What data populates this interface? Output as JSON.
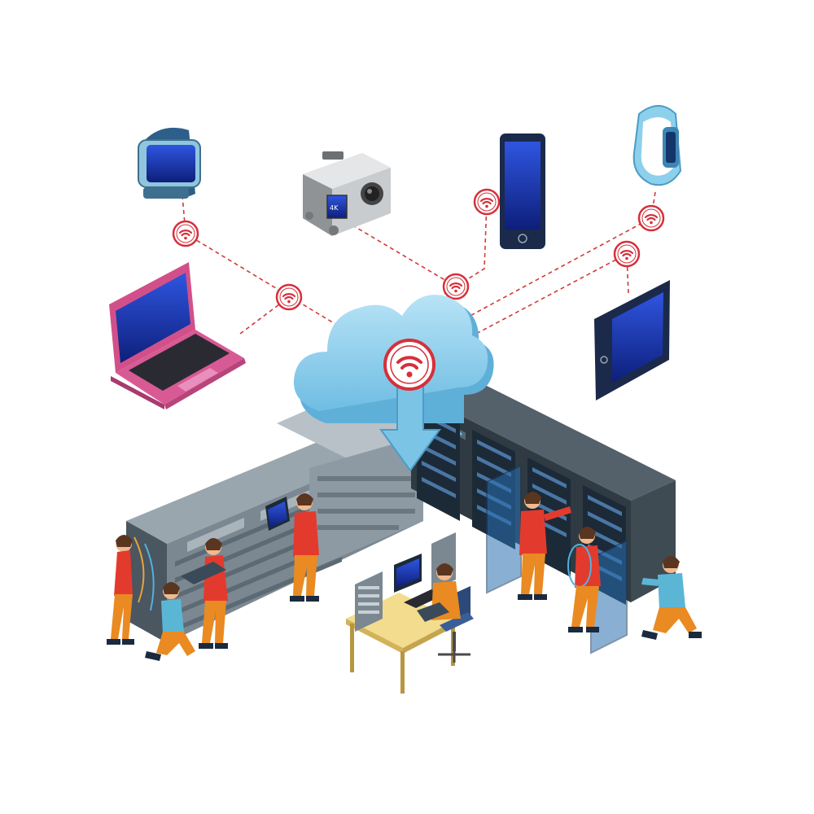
{
  "scene": {
    "background": "#ffffff",
    "camera_display": "4K"
  },
  "palette": {
    "screen_blue": "#1f3fbf",
    "screen_blue_dark": "#0d1f7a",
    "cloud_blue": "#8ccfee",
    "cloud_shadow": "#5fb0d8",
    "wifi_red": "#d6303a",
    "link_red": "#d23a3a",
    "laptop_pink": "#d2508a",
    "rack_dark": "#3a4750",
    "rack_grey": "#8e9aa3",
    "shirt_red": "#e23b2e",
    "shirt_teal": "#5bb6d6",
    "pants_orange": "#e98a22",
    "desk_yellow": "#f0d27a"
  },
  "devices": [
    {
      "id": "smartwatch",
      "icon": "smartwatch-icon"
    },
    {
      "id": "action-camera",
      "icon": "camera-icon"
    },
    {
      "id": "smartphone",
      "icon": "phone-icon"
    },
    {
      "id": "fitness-band",
      "icon": "band-icon"
    },
    {
      "id": "laptop",
      "icon": "laptop-icon"
    },
    {
      "id": "tablet",
      "icon": "tablet-icon"
    }
  ],
  "hub": {
    "icon": "cloud-icon",
    "signal_icon": "wifi-icon",
    "direction_icon": "arrow-down-icon"
  },
  "people_count": 8
}
